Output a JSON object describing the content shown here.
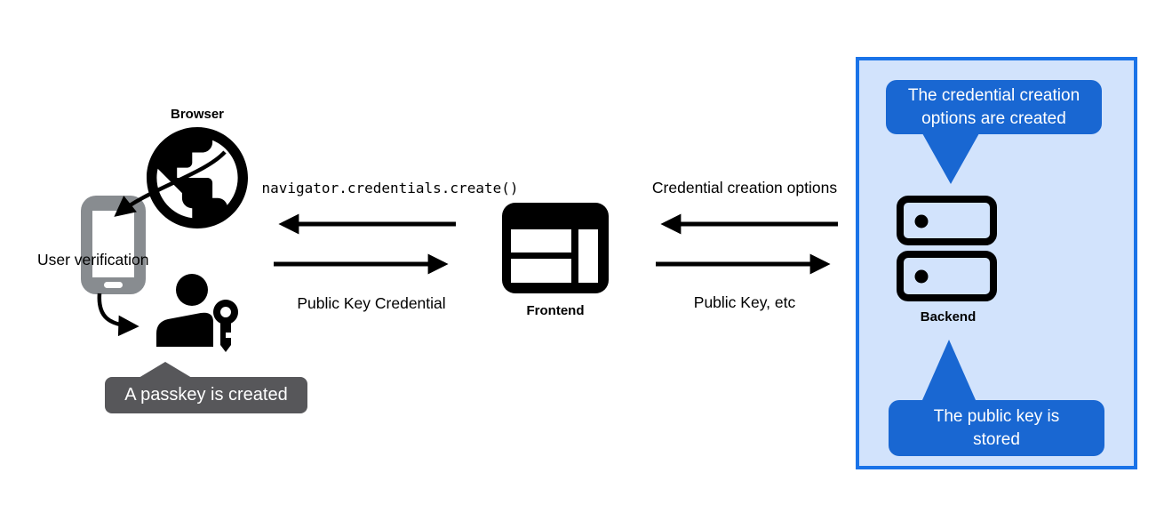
{
  "diagram": {
    "title_implied": "Passkey creation flow",
    "browser": {
      "label": "Browser",
      "verification_label": "User verification"
    },
    "frontend": {
      "label": "Frontend"
    },
    "backend": {
      "label": "Backend"
    },
    "flows": {
      "create_call": "navigator.credentials.create()",
      "public_key_credential": "Public Key Credential",
      "credential_creation_options": "Credential creation options",
      "public_key_etc": "Public Key, etc"
    },
    "callouts": {
      "passkey_created": {
        "text": "A passkey is created"
      },
      "options_created": {
        "line1": "The credential creation",
        "line2": "options are created"
      },
      "key_stored": {
        "line1": "The public key is",
        "line2": "stored"
      }
    },
    "icons": {
      "globe": "globe-icon",
      "smartphone": "smartphone-icon",
      "person_key": "person-key-icon",
      "browser_window": "browser-window-icon",
      "server_stack": "server-stack-icon",
      "arrows": "flow-arrow-icons"
    },
    "colors": {
      "callout_blue": "#1967d2",
      "panel_border_blue": "#1a73e8",
      "panel_fill_blue": "#d2e3fc",
      "callout_gray": "#57575a",
      "phone_gray": "#888c90",
      "ink": "#000000"
    }
  }
}
